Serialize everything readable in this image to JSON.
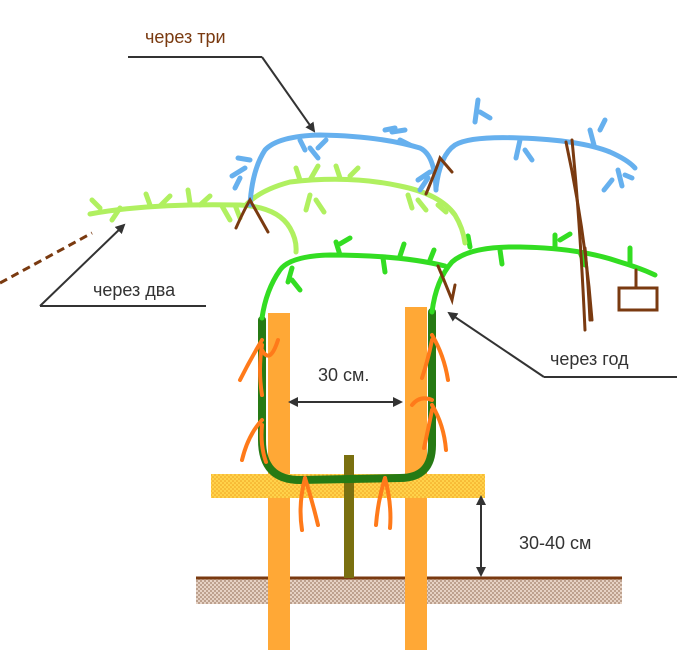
{
  "labels": {
    "three_years": "через три",
    "two_years": "через два",
    "one_year": "через год",
    "width": "30 см.",
    "height": "30-40 см"
  },
  "colors": {
    "year_one_vine": "#33dd22",
    "year_two_vine": "#b0f060",
    "year_three_vine": "#66b0ee",
    "old_wood": "#267a14",
    "post": "#ffa836",
    "crossbar": "#ffcc33",
    "ties": "#ff7a1a",
    "brown_twine": "#7a3a10",
    "ground": "#c9a892",
    "stake": "#7a7010"
  }
}
